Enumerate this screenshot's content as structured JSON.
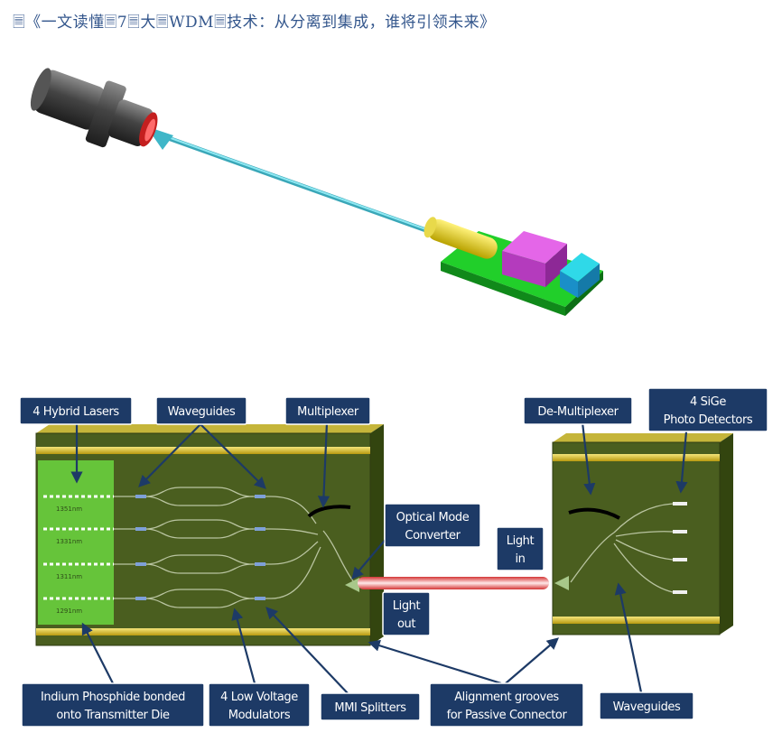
{
  "title": "🗏《一文读懂🗏7🗏大🗏WDM🗏技术：从分离到集成，谁将引领未来》",
  "diagram": {
    "labels": {
      "hybrid_lasers": "4 Hybrid Lasers",
      "waveguides_top": "Waveguides",
      "multiplexer": "Multiplexer",
      "demultiplexer": "De-Multiplexer",
      "photo_detectors_1": "4 SiGe",
      "photo_detectors_2": "Photo Detectors",
      "optical_mode_1": "Optical Mode",
      "optical_mode_2": "Converter",
      "light_in_1": "Light",
      "light_in_2": "in",
      "light_out_1": "Light",
      "light_out_2": "out",
      "indium_1": "Indium Phosphide bonded",
      "indium_2": "onto Transmitter Die",
      "modulators_1": "4 Low Voltage",
      "modulators_2": "Modulators",
      "mmi": "MMI Splitters",
      "alignment_1": "Alignment grooves",
      "alignment_2": "for Passive Connector",
      "waveguides_bottom": "Waveguides"
    },
    "wavelengths": [
      "1351nm",
      "1331nm",
      "1311nm",
      "1291nm"
    ],
    "colors": {
      "label_bg": "#1d3a66",
      "chip_bg": "#4a5e1f",
      "chip_rail": "#d8c02a",
      "laser_zone": "#66c43a",
      "light_beam": "#d43535",
      "cable": "#5cc8d8"
    }
  }
}
